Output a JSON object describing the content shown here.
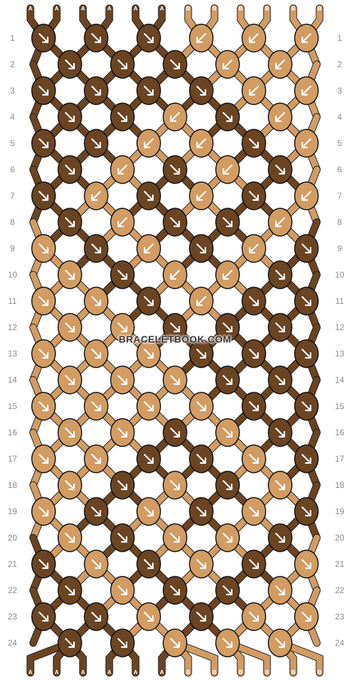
{
  "watermark": "BRACELETBOOK.COM",
  "colors": {
    "A": "#6b4422",
    "B": "#d29c63"
  },
  "top_strands": [
    "A",
    "A",
    "A",
    "A",
    "A",
    "A",
    "B",
    "B",
    "B",
    "B",
    "B",
    "B"
  ],
  "bottom_strands": [
    "A",
    "A",
    "A",
    "A",
    "A",
    "A",
    "B",
    "B",
    "B",
    "B",
    "B",
    "B"
  ],
  "rows": [
    {
      "n": "1",
      "knots": [
        [
          "A",
          "R"
        ],
        [
          "A",
          "R"
        ],
        [
          "A",
          "R"
        ],
        [
          "B",
          "L"
        ],
        [
          "B",
          "L"
        ],
        [
          "B",
          "L"
        ]
      ]
    },
    {
      "n": "2",
      "knots": [
        [
          "A",
          "R"
        ],
        [
          "A",
          "R"
        ],
        [
          "A",
          "R"
        ],
        [
          "B",
          "L"
        ],
        [
          "B",
          "L"
        ]
      ]
    },
    {
      "n": "3",
      "knots": [
        [
          "A",
          "R"
        ],
        [
          "A",
          "R"
        ],
        [
          "A",
          "R"
        ],
        [
          "A",
          "R"
        ],
        [
          "B",
          "L"
        ],
        [
          "B",
          "L"
        ]
      ]
    },
    {
      "n": "4",
      "knots": [
        [
          "A",
          "R"
        ],
        [
          "A",
          "R"
        ],
        [
          "B",
          "L"
        ],
        [
          "A",
          "R"
        ],
        [
          "B",
          "L"
        ]
      ]
    },
    {
      "n": "5",
      "knots": [
        [
          "A",
          "R"
        ],
        [
          "A",
          "R"
        ],
        [
          "B",
          "L"
        ],
        [
          "B",
          "L"
        ],
        [
          "A",
          "R"
        ],
        [
          "B",
          "L"
        ]
      ]
    },
    {
      "n": "6",
      "knots": [
        [
          "A",
          "R"
        ],
        [
          "B",
          "L"
        ],
        [
          "A",
          "R"
        ],
        [
          "B",
          "L"
        ],
        [
          "A",
          "R"
        ]
      ]
    },
    {
      "n": "7",
      "knots": [
        [
          "A",
          "R"
        ],
        [
          "B",
          "L"
        ],
        [
          "A",
          "R"
        ],
        [
          "B",
          "L"
        ],
        [
          "A",
          "R"
        ],
        [
          "B",
          "L"
        ]
      ]
    },
    {
      "n": "8",
      "knots": [
        [
          "A",
          "R"
        ],
        [
          "B",
          "L"
        ],
        [
          "A",
          "R"
        ],
        [
          "A",
          "R"
        ],
        [
          "B",
          "L"
        ]
      ]
    },
    {
      "n": "9",
      "knots": [
        [
          "B",
          "R"
        ],
        [
          "A",
          "R"
        ],
        [
          "B",
          "L"
        ],
        [
          "A",
          "R"
        ],
        [
          "B",
          "L"
        ],
        [
          "A",
          "R"
        ]
      ]
    },
    {
      "n": "10",
      "knots": [
        [
          "B",
          "R"
        ],
        [
          "A",
          "R"
        ],
        [
          "B",
          "L"
        ],
        [
          "B",
          "L"
        ],
        [
          "A",
          "R"
        ]
      ]
    },
    {
      "n": "11",
      "knots": [
        [
          "B",
          "R"
        ],
        [
          "B",
          "R"
        ],
        [
          "A",
          "R"
        ],
        [
          "B",
          "L"
        ],
        [
          "A",
          "R"
        ],
        [
          "A",
          "R"
        ]
      ]
    },
    {
      "n": "12",
      "knots": [
        [
          "B",
          "R"
        ],
        [
          "B",
          "R"
        ],
        [
          "A",
          "R"
        ],
        [
          "A",
          "R"
        ],
        [
          "A",
          "R"
        ]
      ]
    },
    {
      "n": "13",
      "knots": [
        [
          "B",
          "R"
        ],
        [
          "B",
          "R"
        ],
        [
          "B",
          "R"
        ],
        [
          "A",
          "R"
        ],
        [
          "A",
          "R"
        ],
        [
          "A",
          "R"
        ]
      ]
    },
    {
      "n": "14",
      "knots": [
        [
          "B",
          "R"
        ],
        [
          "B",
          "R"
        ],
        [
          "B",
          "R"
        ],
        [
          "A",
          "R"
        ],
        [
          "A",
          "R"
        ]
      ]
    },
    {
      "n": "15",
      "knots": [
        [
          "B",
          "R"
        ],
        [
          "B",
          "R"
        ],
        [
          "B",
          "R"
        ],
        [
          "B",
          "R"
        ],
        [
          "A",
          "R"
        ],
        [
          "A",
          "R"
        ]
      ]
    },
    {
      "n": "16",
      "knots": [
        [
          "B",
          "R"
        ],
        [
          "B",
          "R"
        ],
        [
          "A",
          "R"
        ],
        [
          "B",
          "R"
        ],
        [
          "A",
          "R"
        ]
      ]
    },
    {
      "n": "17",
      "knots": [
        [
          "B",
          "R"
        ],
        [
          "B",
          "R"
        ],
        [
          "A",
          "R"
        ],
        [
          "A",
          "R"
        ],
        [
          "B",
          "R"
        ],
        [
          "A",
          "R"
        ]
      ]
    },
    {
      "n": "18",
      "knots": [
        [
          "B",
          "R"
        ],
        [
          "A",
          "R"
        ],
        [
          "B",
          "R"
        ],
        [
          "A",
          "R"
        ],
        [
          "B",
          "R"
        ]
      ]
    },
    {
      "n": "19",
      "knots": [
        [
          "B",
          "R"
        ],
        [
          "A",
          "R"
        ],
        [
          "B",
          "R"
        ],
        [
          "A",
          "R"
        ],
        [
          "B",
          "R"
        ],
        [
          "A",
          "R"
        ]
      ]
    },
    {
      "n": "20",
      "knots": [
        [
          "B",
          "R"
        ],
        [
          "A",
          "R"
        ],
        [
          "B",
          "R"
        ],
        [
          "B",
          "R"
        ],
        [
          "A",
          "R"
        ]
      ]
    },
    {
      "n": "21",
      "knots": [
        [
          "A",
          "R"
        ],
        [
          "B",
          "R"
        ],
        [
          "A",
          "R"
        ],
        [
          "B",
          "R"
        ],
        [
          "A",
          "R"
        ],
        [
          "B",
          "R"
        ]
      ]
    },
    {
      "n": "22",
      "knots": [
        [
          "A",
          "R"
        ],
        [
          "B",
          "R"
        ],
        [
          "A",
          "R"
        ],
        [
          "A",
          "R"
        ],
        [
          "B",
          "R"
        ]
      ]
    },
    {
      "n": "23",
      "knots": [
        [
          "A",
          "R"
        ],
        [
          "A",
          "R"
        ],
        [
          "B",
          "R"
        ],
        [
          "A",
          "R"
        ],
        [
          "B",
          "R"
        ],
        [
          "B",
          "R"
        ]
      ]
    },
    {
      "n": "24",
      "knots": [
        [
          "A",
          "R"
        ],
        [
          "A",
          "R"
        ],
        [
          "B",
          "R"
        ],
        [
          "B",
          "R"
        ],
        [
          "B",
          "R"
        ]
      ]
    }
  ]
}
